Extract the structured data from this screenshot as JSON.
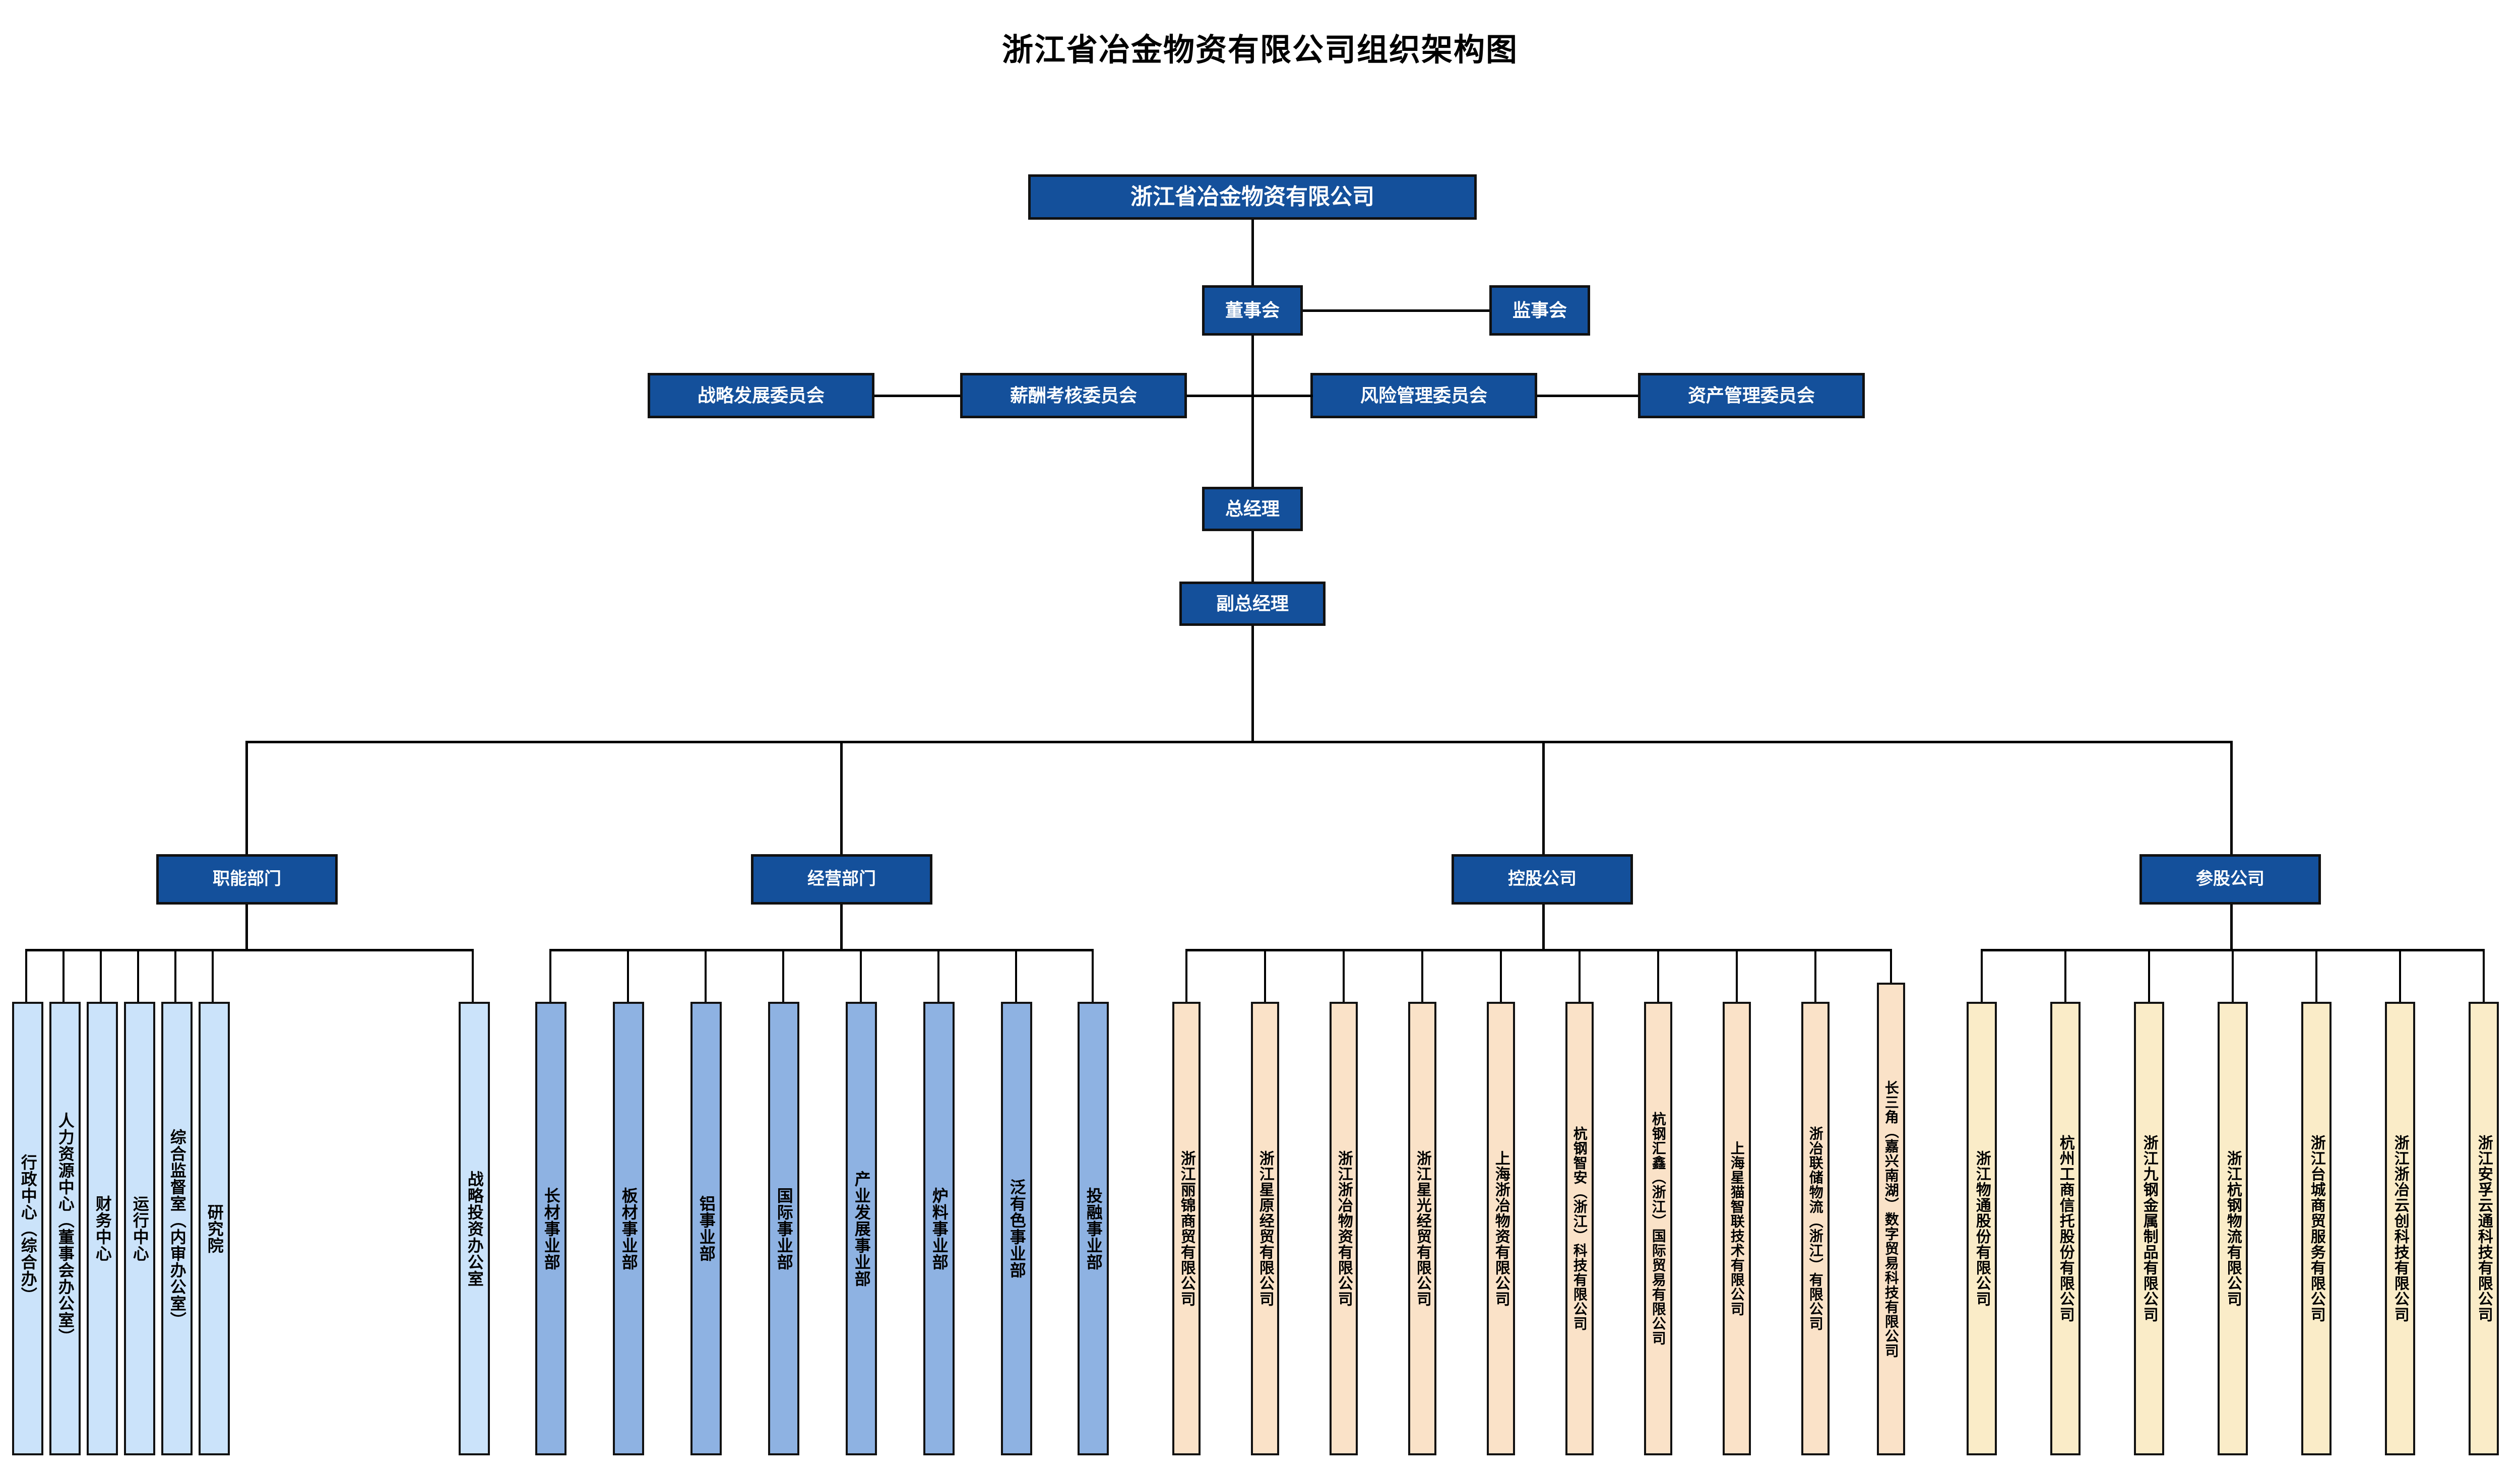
{
  "title": "浙江省冶金物资有限公司组织架构图",
  "colors": {
    "navy": "#14509B",
    "border": "#111111",
    "functional_fill": "#CBE3FA",
    "business_fill": "#8EB2E2",
    "holding_fill": "#FAE2C8",
    "equity_fill": "#FAECC8",
    "text_on_navy": "#FFFFFF",
    "text_dark": "#000000",
    "background": "#FFFFFF"
  },
  "top": {
    "company": "浙江省冶金物资有限公司",
    "board": "董事会",
    "supervisors": "监事会",
    "general_manager": "总经理",
    "deputy_general_manager": "副总经理"
  },
  "committees": [
    "战略发展委员会",
    "薪酬考核委员会",
    "风险管理委员会",
    "资产管理委员会"
  ],
  "categories": {
    "functional": "职能部门",
    "business": "经营部门",
    "holding": "控股公司",
    "equity": "参股公司"
  },
  "functional_departments": [
    "行政中心（综合办）",
    "人力资源中心（董事会办公室）",
    "财务中心",
    "运行中心",
    "综合监督室（内审办公室）",
    "研究院",
    "战略投资办公室"
  ],
  "business_divisions": [
    "长材事业部",
    "板材事业部",
    "铝事业部",
    "国际事业部",
    "产业发展事业部",
    "炉料事业部",
    "泛有色事业部",
    "投融事业部"
  ],
  "holding_companies": [
    "浙江丽锦商贸有限公司",
    "浙江星原经贸有限公司",
    "浙江浙冶物资有限公司",
    "浙江星光经贸有限公司",
    "上海浙冶物资有限公司",
    "杭钢智安（浙江）科技有限公司",
    "杭钢汇鑫（浙江）国际贸易有限公司",
    "上海星猫智联技术有限公司",
    "浙冶联储物流（浙江）有限公司",
    "长三角（嘉兴南湖）数字贸易科技有限公司"
  ],
  "equity_companies": [
    "浙江物通股份有限公司",
    "杭州工商信托股份有限公司",
    "浙江九钢金属制品有限公司",
    "浙江杭钢物流有限公司",
    "浙江台城商贸服务有限公司",
    "浙江浙冶云创科技有限公司",
    "浙江安孚云通科技有限公司"
  ]
}
